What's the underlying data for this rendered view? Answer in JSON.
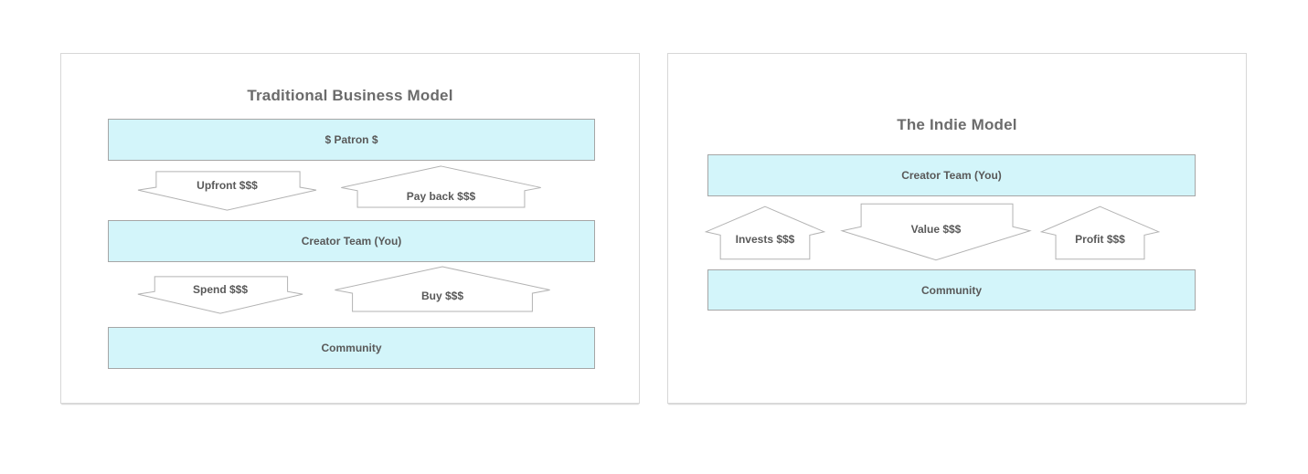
{
  "colors": {
    "background": "#ffffff",
    "panel_border": "#d7d7d7",
    "box_fill": "#d3f5fa",
    "box_border": "#a6a6a6",
    "arrow_fill": "#ffffff",
    "arrow_border": "#b3b3b3",
    "text": "#595959",
    "title_text": "#6b6b6b"
  },
  "panels": [
    {
      "title": "Traditional Business Model",
      "boxes": [
        {
          "label": "$ Patron $"
        },
        {
          "label": "Creator Team (You)"
        },
        {
          "label": "Community"
        }
      ],
      "arrows": [
        {
          "label": "Upfront $$$",
          "direction": "down"
        },
        {
          "label": "Pay back $$$",
          "direction": "up"
        },
        {
          "label": "Spend $$$",
          "direction": "down"
        },
        {
          "label": "Buy $$$",
          "direction": "up"
        }
      ]
    },
    {
      "title": "The Indie Model",
      "boxes": [
        {
          "label": "Creator Team (You)"
        },
        {
          "label": "Community"
        }
      ],
      "arrows": [
        {
          "label": "Invests $$$",
          "direction": "up"
        },
        {
          "label": "Value $$$",
          "direction": "down"
        },
        {
          "label": "Profit $$$",
          "direction": "up"
        }
      ]
    }
  ]
}
